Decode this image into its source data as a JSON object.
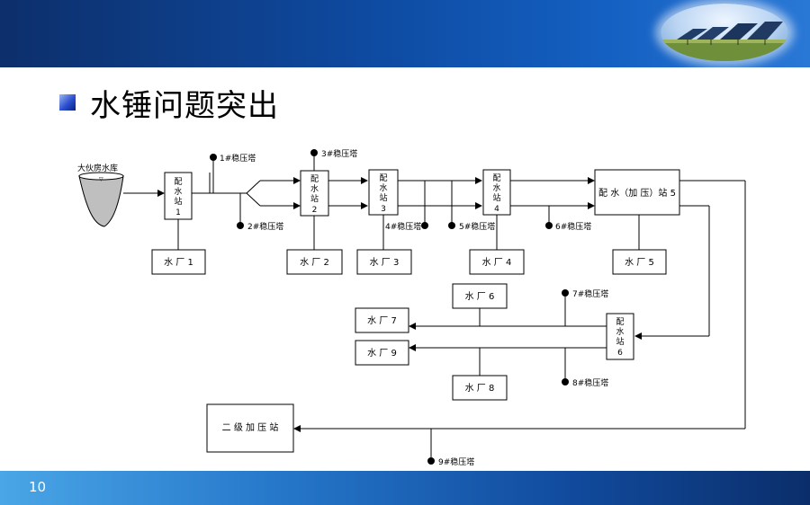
{
  "slide": {
    "title": "水锤问题突出",
    "page_number": "10"
  },
  "reservoir": {
    "label": "大伙房水库"
  },
  "stations": {
    "s1": [
      "配",
      "水",
      "站",
      "1"
    ],
    "s2": [
      "配",
      "水",
      "站",
      "2"
    ],
    "s3": [
      "配",
      "水",
      "站",
      "3"
    ],
    "s4": [
      "配",
      "水",
      "站",
      "4"
    ],
    "s5": "配 水（加 压）站 5",
    "s6": [
      "配",
      "水",
      "站",
      "6"
    ]
  },
  "plants": {
    "p1": "水 厂 1",
    "p2": "水 厂 2",
    "p3": "水 厂 3",
    "p4": "水 厂 4",
    "p5": "水 厂 5",
    "p6": "水 厂 6",
    "p7": "水 厂 7",
    "p8": "水 厂 8",
    "p9": "水 厂 9"
  },
  "secondary_station": "二 级 加 压 站",
  "towers": {
    "t1": "1#稳压塔",
    "t2": "2#稳压塔",
    "t3": "3#稳压塔",
    "t4": "4#稳压塔",
    "t5": "5#稳压塔",
    "t6": "6#稳压塔",
    "t7": "7#稳压塔",
    "t8": "8#稳压塔",
    "t9": "9#稳压塔"
  },
  "colors": {
    "header": "#0e4aa0",
    "footer": "#2576c9",
    "bullet": "#2c4fcf"
  }
}
